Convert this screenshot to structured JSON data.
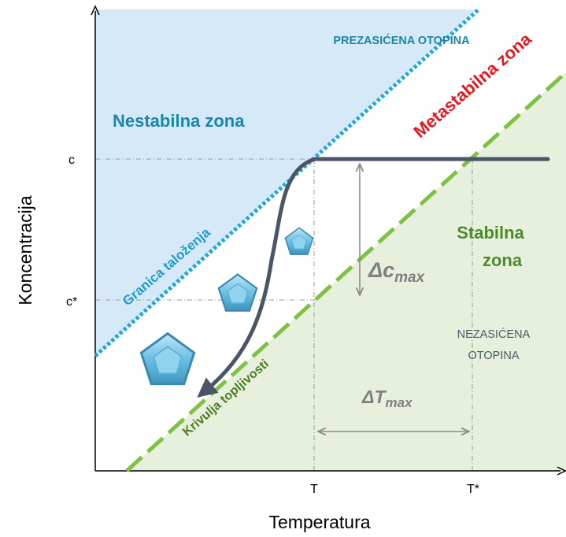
{
  "axes": {
    "x_label": "Temperatura",
    "y_label": "Koncentracija",
    "y_ticks": {
      "c": "c",
      "c_star": "c*"
    },
    "x_ticks": {
      "T": "T",
      "T_star": "T*"
    }
  },
  "zones": {
    "unstable": "Nestabilna zona",
    "metastable": "Metastabilna zona",
    "stable_line1": "Stabilna",
    "stable_line2": "zona",
    "supersaturated": "PREZASIĆENA OTOPINA",
    "unsaturated_line1": "NEZASIĆENA",
    "unsaturated_line2": "OTOPINA"
  },
  "curves": {
    "precipitation_limit": "Granica taloženja",
    "solubility_curve": "Krivulja topljivosti"
  },
  "annotations": {
    "delta_c": {
      "symbol": "Δc",
      "subscript": "max"
    },
    "delta_t": {
      "symbol": "ΔT",
      "subscript": "max"
    }
  },
  "colors": {
    "unstable_fill": "#d6e9f8",
    "stable_fill": "#e6f0dc",
    "precipitation_line": "#1fa7d9",
    "solubility_line": "#7dc242",
    "unstable_text": "#1b86a6",
    "metastable_text": "#e8161d",
    "stable_text": "#4d8a2a",
    "solubility_label_text": "#4d7d22",
    "supersat_text": "#1b86a6",
    "unsat_text": "#4a5a6a",
    "process_curve": "#4a5566",
    "delta_text": "#808080",
    "crystal": "#7cc8e8"
  }
}
